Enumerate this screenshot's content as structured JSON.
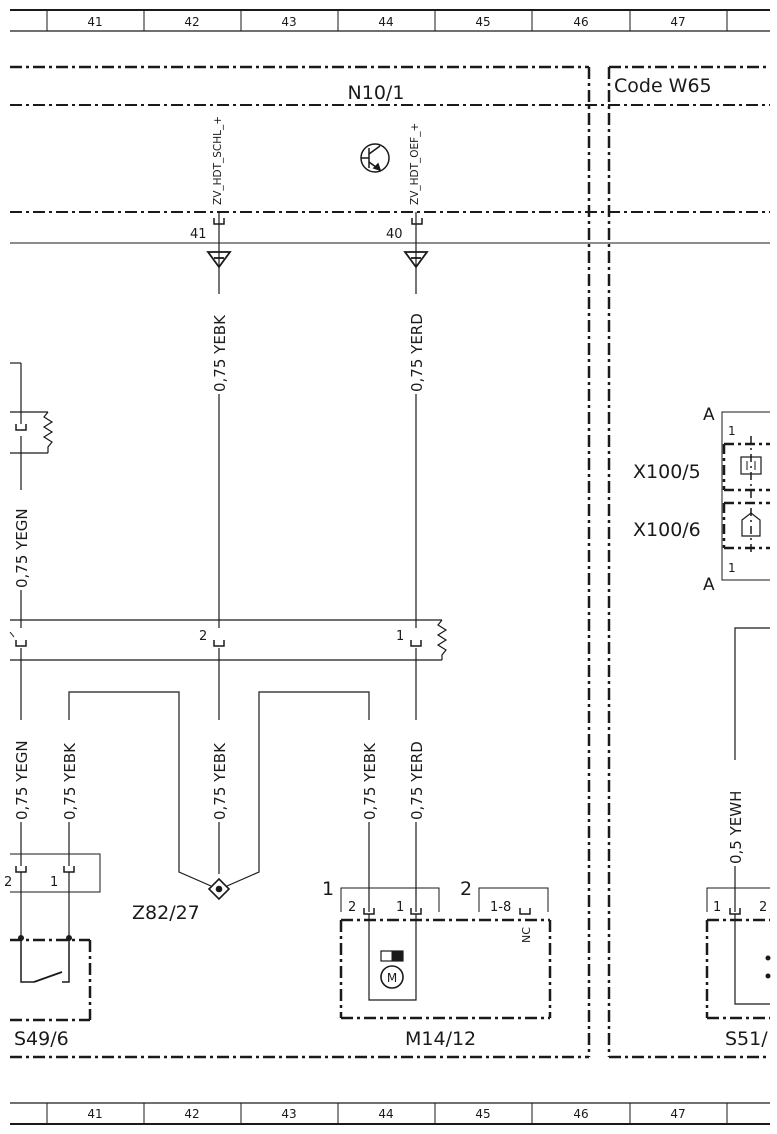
{
  "ruler": {
    "columns": [
      "41",
      "42",
      "43",
      "44",
      "45",
      "46",
      "47"
    ]
  },
  "modules": {
    "control_unit": "N10/1",
    "code_box": "Code W65"
  },
  "control_unit_pins": [
    {
      "signal": "ZV_HDT_SCHL_+",
      "pin": "41"
    },
    {
      "signal": "ZV_HDT_OEF_+",
      "pin": "40"
    }
  ],
  "connector_pins": {
    "left": "2",
    "right": "1"
  },
  "wires": {
    "upper_left": "0,75 YEBK",
    "upper_right": "0,75 YERD",
    "left_edge_upper": "0,75 YEGN",
    "lower_1": "0,75 YEGN",
    "lower_2": "0,75 YEBK",
    "lower_3": "0,75 YEBK",
    "lower_4": "0,75 YEBK",
    "lower_5": "0,75 YERD",
    "right_side": "0,5 YEWH"
  },
  "components": {
    "splice": "Z82/27",
    "switch": "S49/6",
    "motor": "M14/12",
    "right_switch": "S51/",
    "x100_5": "X100/5",
    "x100_6": "X100/6",
    "x100_a_top": "A",
    "x100_a_bottom": "A",
    "x100_pin_top": "1",
    "x100_pin_bottom": "1"
  },
  "switch_pins": {
    "pin_right": "1",
    "pin_left_partial": "2"
  },
  "motor_pins": {
    "connector_1_label": "1",
    "connector_2_label": "2",
    "pin_a": "2",
    "pin_b": "1",
    "pin_range": "1-8",
    "nc": "NC",
    "motor_symbol": "M"
  },
  "right_switch_pins": {
    "pin_1": "1",
    "pin_2_partial": "2"
  }
}
